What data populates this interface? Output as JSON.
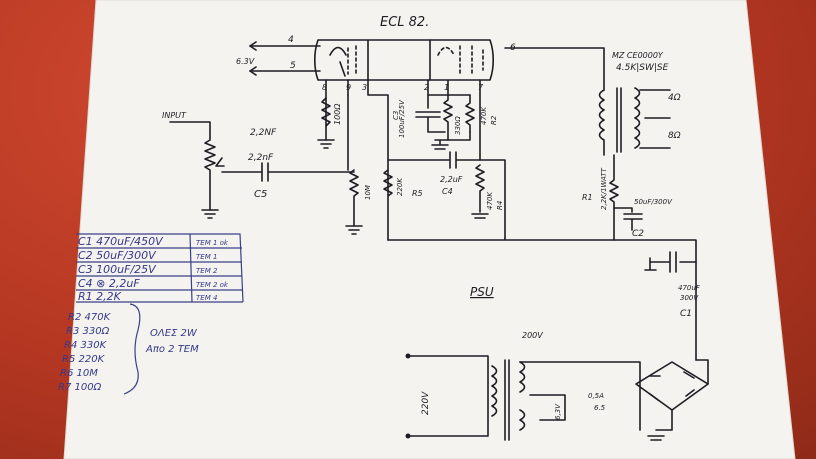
{
  "title": "ECL 82.",
  "tube_pins": {
    "p4": "4",
    "p5": "5",
    "p8": "8",
    "p9": "9",
    "p3": "3",
    "p2": "2",
    "p1": "1",
    "p7": "7",
    "p6": "6"
  },
  "heater": "6.3V",
  "output_transformer": {
    "line1": "MZ CE0000Y",
    "line2": "4.5K|SW|SE",
    "tap1": "4Ω",
    "tap2": "8Ω"
  },
  "input_label": "INPUT",
  "c5": {
    "value_top": "2,2NF",
    "value_bottom": "2,2nF",
    "name": "C5"
  },
  "components": {
    "r7": "R7",
    "r7v": "100Ω",
    "c3": "C3",
    "c3v": "100uF/25V",
    "r3": "R3",
    "r3v": "330Ω",
    "r2": "R2",
    "r2v": "470K",
    "r6": "R6",
    "r6v": "10M",
    "r5": "R5",
    "r5v": "220K",
    "c4": "C4",
    "c4v": "2,2uF",
    "r4": "R4",
    "r4v": "470K",
    "r1": "R1",
    "r1v": "2,2K/1WATT",
    "c2": "C2",
    "c2v": "50uF/300V",
    "c1": "C1",
    "c1v": "470uF",
    "c1v2": "300V"
  },
  "psu": {
    "label": "PSU",
    "primary": "220V",
    "secondary": "200V",
    "heater_v": "6,3V",
    "heater_note1": "0,5A",
    "heater_note2": "6.5"
  },
  "bom_table": [
    {
      "part": "C1 470uF/450V",
      "qty": "TEM 1 ok"
    },
    {
      "part": "C2 50uF/300V",
      "qty": "TEM 1"
    },
    {
      "part": "C3 100uF/25V",
      "qty": "TEM 2"
    },
    {
      "part": "C4 ⊗ 2,2uF",
      "qty": "TEM 2 ok"
    },
    {
      "part": "R1 2,2K",
      "qty": "TEM 4"
    }
  ],
  "resistor_list": [
    "R2 470K",
    "R3 330Ω",
    "R4 330K",
    "R5 220K",
    "R6 10M",
    "R7 100Ω"
  ],
  "resistor_note": {
    "line1": "ΟΛΕΣ 2W",
    "line2": "Απο 2 ΤΕΜ"
  }
}
